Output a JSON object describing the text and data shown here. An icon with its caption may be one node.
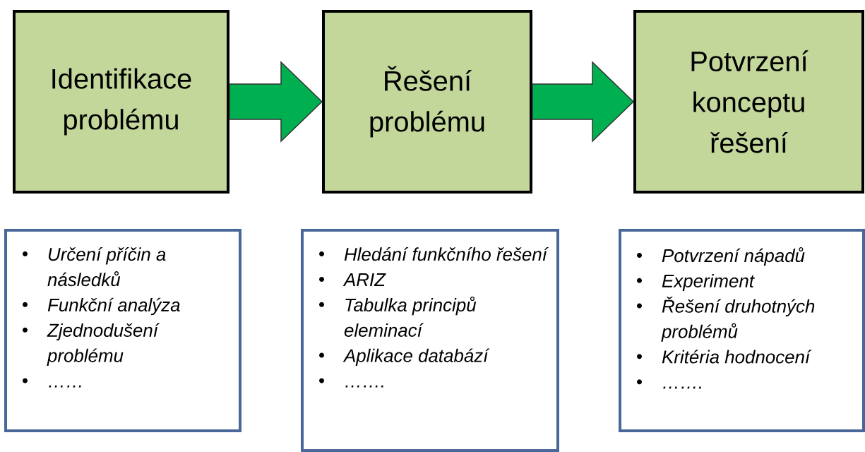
{
  "diagram": {
    "nodes": [
      {
        "text": [
          "Identifikace problému"
        ]
      },
      {
        "text": [
          "Řešení problému"
        ]
      },
      {
        "text": [
          "Potvrzení konceptu řešení"
        ]
      },
      {
        "text": [
          "Určení příčin a následků",
          "Funkční analýza",
          "Zjednodušení problému",
          "……"
        ]
      },
      {
        "text": [
          "Hledání funkčního řešení",
          "ARIZ",
          "Tabulka principů eleminací",
          "Aplikace databází",
          "……."
        ]
      },
      {
        "text": [
          "Potvrzení nápadů",
          "Experiment",
          "Řešení druhotných problémů",
          "Kritéria hodnocení",
          "……."
        ]
      }
    ],
    "edges": [
      {
        "from": 0,
        "to": 1,
        "arrow": "to"
      },
      {
        "from": 1,
        "to": 2,
        "arrow": "to"
      }
    ]
  }
}
